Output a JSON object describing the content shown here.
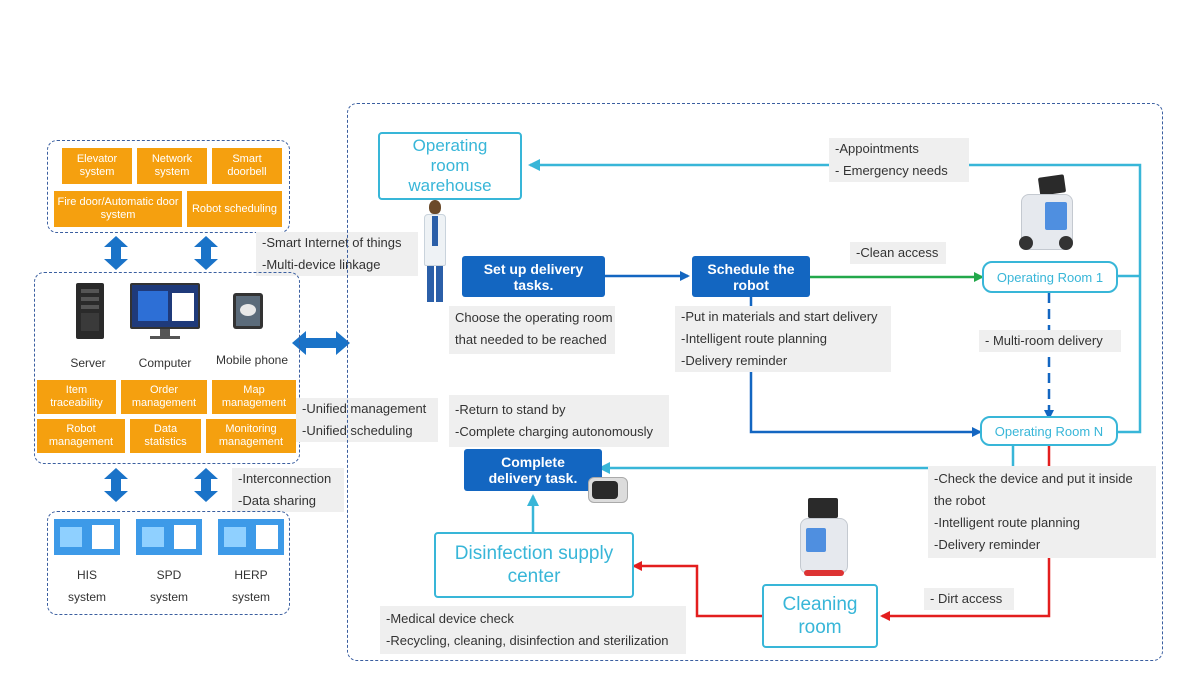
{
  "left": {
    "top_boxes": [
      "Elevator system",
      "Network system",
      "Smart doorbell",
      "Fire door/Automatic door system",
      "Robot scheduling"
    ],
    "devices": [
      "Server",
      "Computer",
      "Mobile phone"
    ],
    "mgmt_boxes": [
      "Item traceability",
      "Order management",
      "Map management",
      "Robot management",
      "Data statistics",
      "Monitoring management"
    ],
    "systems": [
      {
        "line1": "HIS",
        "line2": "system"
      },
      {
        "line1": "SPD",
        "line2": "system"
      },
      {
        "line1": "HERP",
        "line2": "system"
      }
    ],
    "notes": {
      "iot": [
        "-Smart Internet of things",
        "-Multi-device linkage"
      ],
      "mgmt": [
        "-Unified management",
        "-Unified scheduling"
      ],
      "inter": [
        "-Interconnection",
        "-Data sharing"
      ]
    }
  },
  "flow": {
    "warehouse": [
      "Operating",
      "room",
      "warehouse"
    ],
    "setup": [
      "Set up delivery",
      "tasks."
    ],
    "schedule": [
      "Schedule the",
      "robot"
    ],
    "complete": [
      "Complete",
      "delivery task."
    ],
    "disinfection": [
      "Disinfection supply",
      "center"
    ],
    "cleaning": [
      "Cleaning",
      "room"
    ],
    "room1": "Operating Room 1",
    "roomN": "Operating Room N",
    "notes": {
      "appointments": [
        "-Appointments",
        "- Emergency needs"
      ],
      "clean_access": [
        "-Clean access"
      ],
      "choose": [
        "Choose the operating room",
        "that needed to be reached"
      ],
      "materials": [
        "-Put in materials and start delivery",
        "-Intelligent route planning",
        "-Delivery reminder"
      ],
      "multi_room": [
        "- Multi-room delivery"
      ],
      "return": [
        "-Return to stand by",
        "-Complete charging autonomously"
      ],
      "check": [
        "-Check the device and put it inside",
        "the robot",
        "-Intelligent route planning",
        "-Delivery reminder"
      ],
      "dirt": [
        "- Dirt access"
      ],
      "medical": [
        "-Medical device check",
        "-Recycling, cleaning, disinfection and sterilization"
      ]
    }
  },
  "colors": {
    "orange": "#f5a00f",
    "blue": "#1366c1",
    "cyan": "#38b6d8",
    "green": "#22a84a",
    "red": "#e31e1e"
  }
}
